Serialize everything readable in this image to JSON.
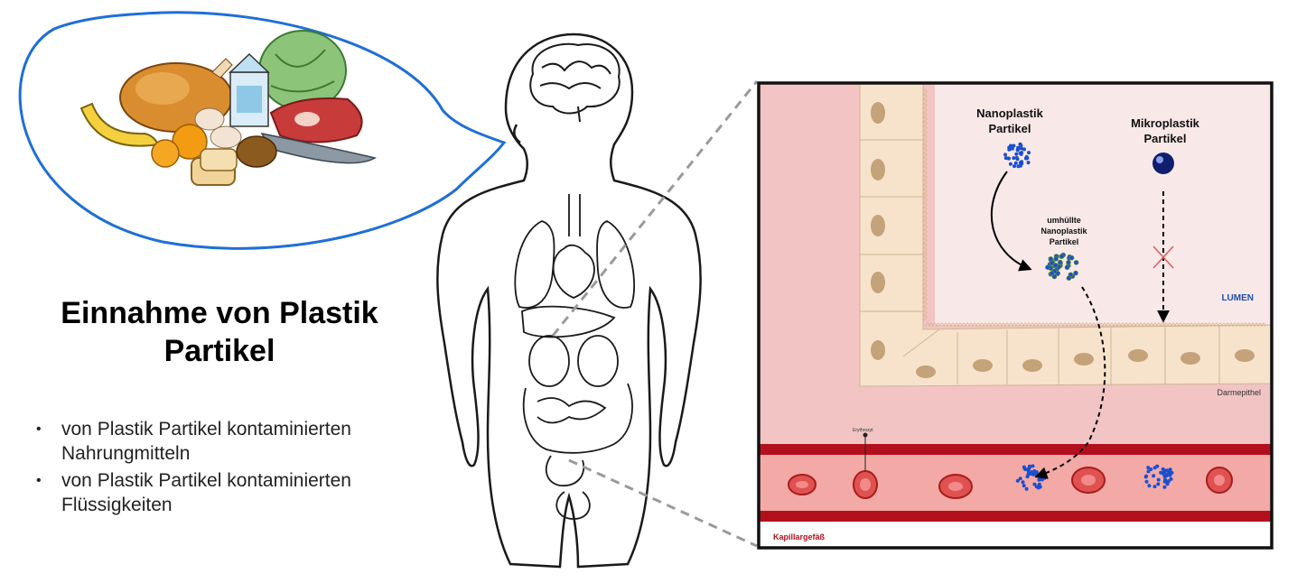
{
  "heading": "Einnahme von Plastik Partikel",
  "bullets": [
    "von Plastik Partikel kontaminierten Nahrungmitteln",
    "von Plastik Partikel kontaminierten Flüssigkeiten"
  ],
  "detail": {
    "nano_label_1": "Nanoplastik",
    "nano_label_2": "Partikel",
    "micro_label_1": "Mikroplastik",
    "micro_label_2": "Partikel",
    "coated_label_1": "umhüllte",
    "coated_label_2": "Nanoplastik",
    "coated_label_3": "Partikel",
    "lumen": "LUMEN",
    "epithelium": "Darmepithel",
    "erythrocyte": "Erythrozyt",
    "capillary": "Kapillargefäß"
  },
  "colors": {
    "bubble": "#1f6fd6",
    "lumen": "#f2c4c4",
    "cells": "#f7e3cb",
    "vessel": "#b3101e",
    "lumen_text": "#1f4fa8",
    "capillary_text": "#b3101e",
    "particles": "#1a4fd0"
  }
}
